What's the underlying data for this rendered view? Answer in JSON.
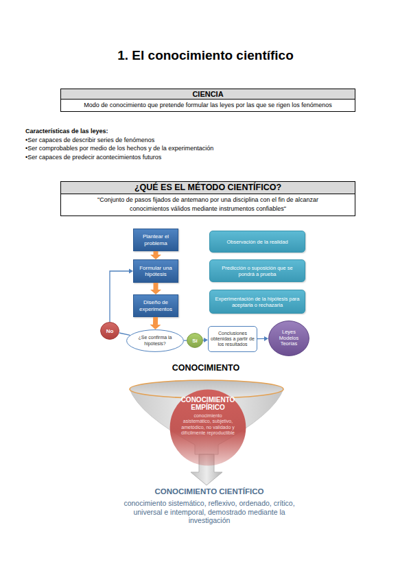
{
  "diagram": {
    "title": "1. El conocimiento científico",
    "nodes": [
      {
        "text": [
          "CIENCIA",
          "Modo de conocimiento que pretende formular las leyes por las que se rigen los fenómenos"
        ]
      },
      {
        "text": [
          "¿QUÉ ES EL MÉTODO CIENTÍFICO?",
          "\"Conjunto de pasos fijados de antemano por una disciplina con el fin de alcanzar conocimientos válidos mediante instrumentos confiables\""
        ]
      },
      {
        "text": [
          "Plantear el problema"
        ]
      },
      {
        "text": [
          "Observación de la realidad"
        ]
      },
      {
        "text": [
          "Formular una hipótesis"
        ]
      },
      {
        "text": [
          "Predicción o suposición que se pondrá a prueba"
        ]
      },
      {
        "text": [
          "Diseño de experimentos"
        ]
      },
      {
        "text": [
          "Experimentación de la hipótesis para aceptarla o rechazarla"
        ]
      },
      {
        "text": [
          "No"
        ]
      },
      {
        "text": [
          "¿Se confirma la hipótesis?"
        ]
      },
      {
        "text": [
          "Sí"
        ]
      },
      {
        "text": [
          "Conclusiones obtenidas a partir de los resultados"
        ]
      },
      {
        "text": [
          "Leyes Modelos Teorías"
        ]
      },
      {
        "text": [
          "CONOCIMIENTO EMPÍRICO",
          "conocimiento asistemático, subjetivo, ametódico, no validado y difícilmente reproductible"
        ]
      }
    ],
    "edges": [
      {
        "from": 2,
        "to": 4,
        "arrow": "to"
      },
      {
        "from": 4,
        "to": 6,
        "arrow": "to"
      },
      {
        "from": 6,
        "to": 9,
        "arrow": "to"
      },
      {
        "from": 9,
        "to": 8,
        "arrow": "none"
      },
      {
        "from": 8,
        "to": 4,
        "arrow": "to"
      },
      {
        "from": 9,
        "to": 10,
        "arrow": "none"
      },
      {
        "from": 10,
        "to": 11,
        "arrow": "to"
      },
      {
        "from": 11,
        "to": 12,
        "arrow": "to"
      }
    ],
    "labels": [
      "Características de las leyes:",
      "•Ser capaces de describir series de fenómenos",
      "•Ser comprobables por medio de los hechos y de la experimentación",
      "•Ser capaces de predecir acontecimientos futuros",
      "CONOCIMIENTO",
      "CONOCIMIENTO CIENTÍFICO",
      "conocimiento sistemático, reflexivo, ordenado, crítico, universal e intemporal, demostrado mediante la investigación"
    ]
  }
}
